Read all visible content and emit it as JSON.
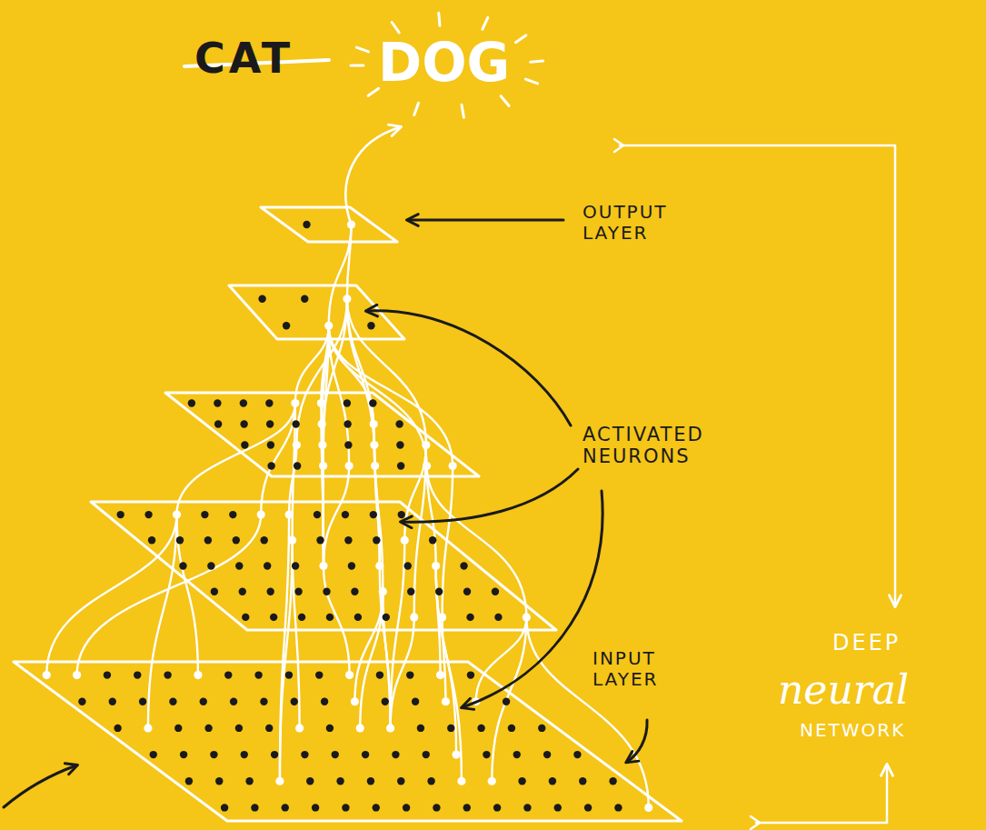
{
  "diagram": {
    "labels": [
      "CAT",
      "DOG",
      "OUTPUT LAYER",
      "ACTIVATED NEURONS",
      "INPUT LAYER",
      "DEEP",
      "neural",
      "NETWORK"
    ]
  }
}
